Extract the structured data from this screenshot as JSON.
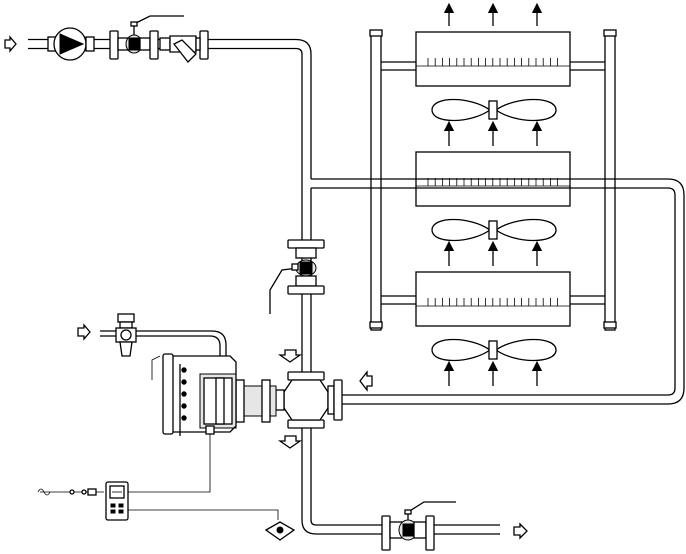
{
  "diagram": {
    "kind": "process-schematic",
    "colors": {
      "line": "#000000",
      "background": "#ffffff",
      "fill_light": "#e6e6e6"
    },
    "components": [
      {
        "id": "circulation-pump",
        "icon": "pump-icon"
      },
      {
        "id": "inlet-ball-valve",
        "icon": "ball-valve-icon"
      },
      {
        "id": "y-strainer",
        "icon": "strainer-icon"
      },
      {
        "id": "cooler-coil-1",
        "icon": "heat-exchanger-icon"
      },
      {
        "id": "cooler-coil-2",
        "icon": "heat-exchanger-icon"
      },
      {
        "id": "cooler-coil-3",
        "icon": "heat-exchanger-icon"
      },
      {
        "id": "cooling-fan-1",
        "icon": "fan-icon"
      },
      {
        "id": "cooling-fan-2",
        "icon": "fan-icon"
      },
      {
        "id": "cooling-fan-3",
        "icon": "fan-icon"
      },
      {
        "id": "bypass-ball-valve",
        "icon": "ball-valve-icon"
      },
      {
        "id": "three-way-control-valve",
        "icon": "three-way-valve-icon"
      },
      {
        "id": "electric-actuator",
        "icon": "actuator-icon"
      },
      {
        "id": "air-filter-regulator",
        "icon": "filter-regulator-icon"
      },
      {
        "id": "temperature-controller",
        "icon": "controller-icon"
      },
      {
        "id": "temperature-sensor",
        "icon": "sensor-icon"
      },
      {
        "id": "outlet-ball-valve",
        "icon": "ball-valve-icon"
      },
      {
        "id": "power-supply",
        "icon": "ac-power-icon"
      }
    ],
    "flow_arrows": [
      "inlet-flow",
      "air-supply",
      "return-flow",
      "outlet-flow",
      "airflow-up"
    ]
  }
}
